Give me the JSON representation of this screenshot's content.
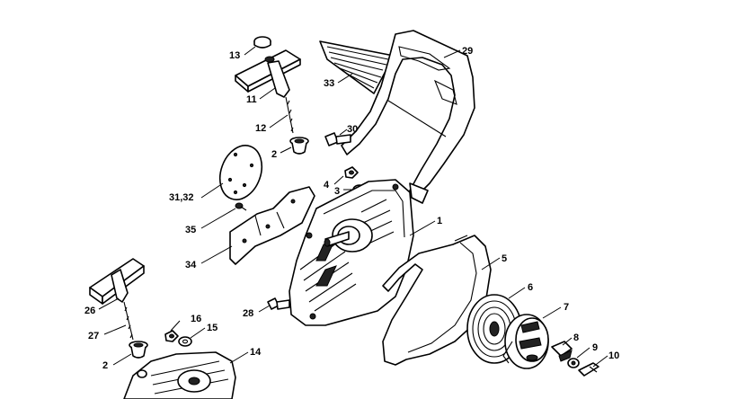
{
  "callouts": [
    {
      "id": "c13",
      "text": "13"
    },
    {
      "id": "c11",
      "text": "11"
    },
    {
      "id": "c12",
      "text": "12"
    },
    {
      "id": "c2a",
      "text": "2"
    },
    {
      "id": "c3132",
      "text": "31,32"
    },
    {
      "id": "c35",
      "text": "35"
    },
    {
      "id": "c34",
      "text": "34"
    },
    {
      "id": "c33",
      "text": "33"
    },
    {
      "id": "c29",
      "text": "29"
    },
    {
      "id": "c30",
      "text": "30"
    },
    {
      "id": "c4",
      "text": "4"
    },
    {
      "id": "c3",
      "text": "3"
    },
    {
      "id": "c1",
      "text": "1"
    },
    {
      "id": "c5",
      "text": "5"
    },
    {
      "id": "c6",
      "text": "6"
    },
    {
      "id": "c7",
      "text": "7"
    },
    {
      "id": "c8",
      "text": "8"
    },
    {
      "id": "c9",
      "text": "9"
    },
    {
      "id": "c10",
      "text": "10"
    },
    {
      "id": "c26",
      "text": "26"
    },
    {
      "id": "c27",
      "text": "27"
    },
    {
      "id": "c2b",
      "text": "2"
    },
    {
      "id": "c16",
      "text": "16"
    },
    {
      "id": "c15",
      "text": "15"
    },
    {
      "id": "c28",
      "text": "28"
    },
    {
      "id": "c14",
      "text": "14"
    }
  ]
}
